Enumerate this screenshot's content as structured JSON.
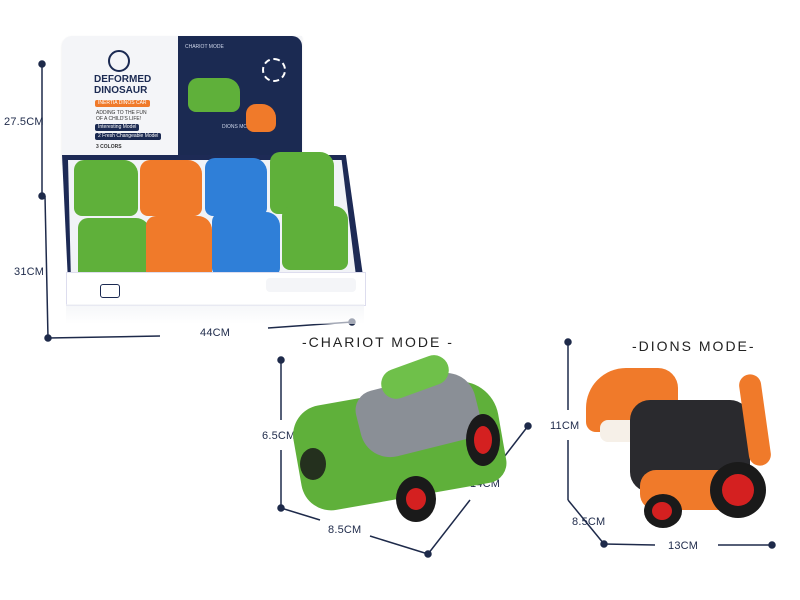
{
  "box": {
    "brand_line1": "DEFORMED",
    "brand_line2": "DINOSAUR",
    "chip1": "INERTIA DINOS CAR",
    "tagline1": "ADDING TO THE FUN",
    "tagline2": "OF A CHILD'S LIFE!",
    "chip2": "Interesting Model",
    "chip3": "2 Fresh Changeable Model",
    "colors_label": "3 COLORS",
    "panel_top": "CHARIOT MODE",
    "panel_bottom": "DIONS MODE"
  },
  "dimensions": {
    "box_height_top": "27.5CM",
    "box_height_bottom": "31CM",
    "box_width": "44CM",
    "chariot_height": "6.5CM",
    "chariot_width": "8.5CM",
    "chariot_length": "14CM",
    "dino_height": "11CM",
    "dino_width": "8.5CM",
    "dino_length": "13CM"
  },
  "modes": {
    "chariot": "-CHARIOT MODE -",
    "dions": "-DIONS MODE-"
  },
  "colors": {
    "navy": "#1b2a52",
    "green": "#5fb03a",
    "orange": "#f07a2a",
    "blue": "#2f7fd8",
    "red": "#d42020"
  }
}
